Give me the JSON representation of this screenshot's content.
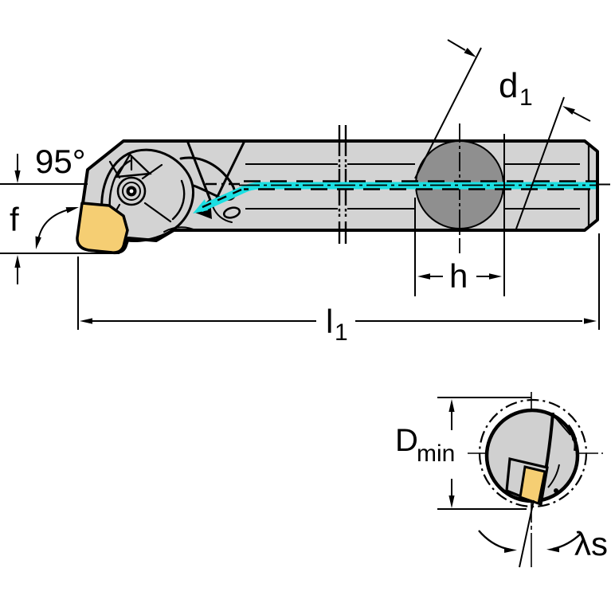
{
  "drawing": {
    "title": "boring-bar-technical-drawing",
    "labels": {
      "approach_angle": "95°",
      "f": "f",
      "d1_base": "d",
      "d1_sub": "1",
      "h": "h",
      "l1_base": "l",
      "l1_sub": "1",
      "dmin_base": "D",
      "dmin_sub": "min",
      "lambda_s": "λs"
    },
    "colors": {
      "body_gray": "#d3d3d3",
      "section_gray": "#d0d0d0",
      "hole_gray": "#8f8f8f",
      "insert_yellow": "#f5ce73",
      "centerline_cyan": "#1bdfe2",
      "line_black": "#000000",
      "background": "#ffffff"
    }
  }
}
